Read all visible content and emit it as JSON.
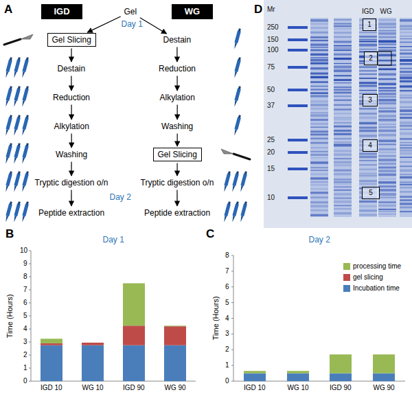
{
  "diagram": {
    "nodes": [
      {
        "text": [
          "IGD"
        ]
      },
      {
        "text": [
          "Gel"
        ]
      },
      {
        "text": [
          "WG"
        ]
      },
      {
        "text": [
          "Gel Slicing"
        ]
      },
      {
        "text": [
          "Destain"
        ]
      },
      {
        "text": [
          "Reduction"
        ]
      },
      {
        "text": [
          "Alkylation"
        ]
      },
      {
        "text": [
          "Washing"
        ]
      },
      {
        "text": [
          "Tryptic digestion o/n"
        ]
      },
      {
        "text": [
          "Peptide extraction"
        ]
      },
      {
        "text": [
          "Destain"
        ]
      },
      {
        "text": [
          "Reduction"
        ]
      },
      {
        "text": [
          "Alkylation"
        ]
      },
      {
        "text": [
          "Washing"
        ]
      },
      {
        "text": [
          "Gel Slicing"
        ]
      },
      {
        "text": [
          "Tryptic digestion o/n"
        ]
      },
      {
        "text": [
          "Peptide extraction"
        ]
      },
      {
        "text": [
          "1"
        ]
      },
      {
        "text": [
          "2"
        ]
      },
      {
        "text": [
          "3"
        ]
      },
      {
        "text": [
          "4"
        ]
      },
      {
        "text": [
          "5"
        ]
      }
    ],
    "edges": [
      {
        "from": 1,
        "to": 3,
        "arrow": "to"
      },
      {
        "from": 1,
        "to": 10,
        "arrow": "to"
      },
      {
        "from": 3,
        "to": 4,
        "arrow": "to"
      },
      {
        "from": 4,
        "to": 5,
        "arrow": "to"
      },
      {
        "from": 5,
        "to": 6,
        "arrow": "to"
      },
      {
        "from": 6,
        "to": 7,
        "arrow": "to"
      },
      {
        "from": 7,
        "to": 8,
        "arrow": "to"
      },
      {
        "from": 8,
        "to": 9,
        "arrow": "to"
      },
      {
        "from": 10,
        "to": 11,
        "arrow": "to"
      },
      {
        "from": 11,
        "to": 12,
        "arrow": "to"
      },
      {
        "from": 12,
        "to": 13,
        "arrow": "to"
      },
      {
        "from": 13,
        "to": 14,
        "arrow": "to"
      },
      {
        "from": 14,
        "to": 15,
        "arrow": "to"
      },
      {
        "from": 15,
        "to": 16,
        "arrow": "to"
      }
    ],
    "labels": [
      "A",
      "Day 1",
      "Day 2",
      "B",
      "Day 1",
      "Time (Hours)",
      "0",
      "1",
      "2",
      "3",
      "4",
      "5",
      "6",
      "7",
      "8",
      "9",
      "10",
      "IGD 10",
      "WG 10",
      "IGD 90",
      "WG 90",
      "C",
      "Day 2",
      "Time (Hours)",
      "0",
      "1",
      "2",
      "3",
      "4",
      "5",
      "6",
      "7",
      "8",
      "IGD 10",
      "WG 10",
      "IGD 90",
      "WG 90",
      "D",
      "Mr",
      "250",
      "150",
      "100",
      "75",
      "50",
      "37",
      "25",
      "20",
      "15",
      "10",
      "IGD",
      "WG"
    ],
    "legend": [
      {
        "text": "processing time",
        "color": "#98b954"
      },
      {
        "text": "gel slicing",
        "color": "#be4b48"
      },
      {
        "text": "Incubation time",
        "color": "#4a7ebb"
      }
    ]
  }
}
